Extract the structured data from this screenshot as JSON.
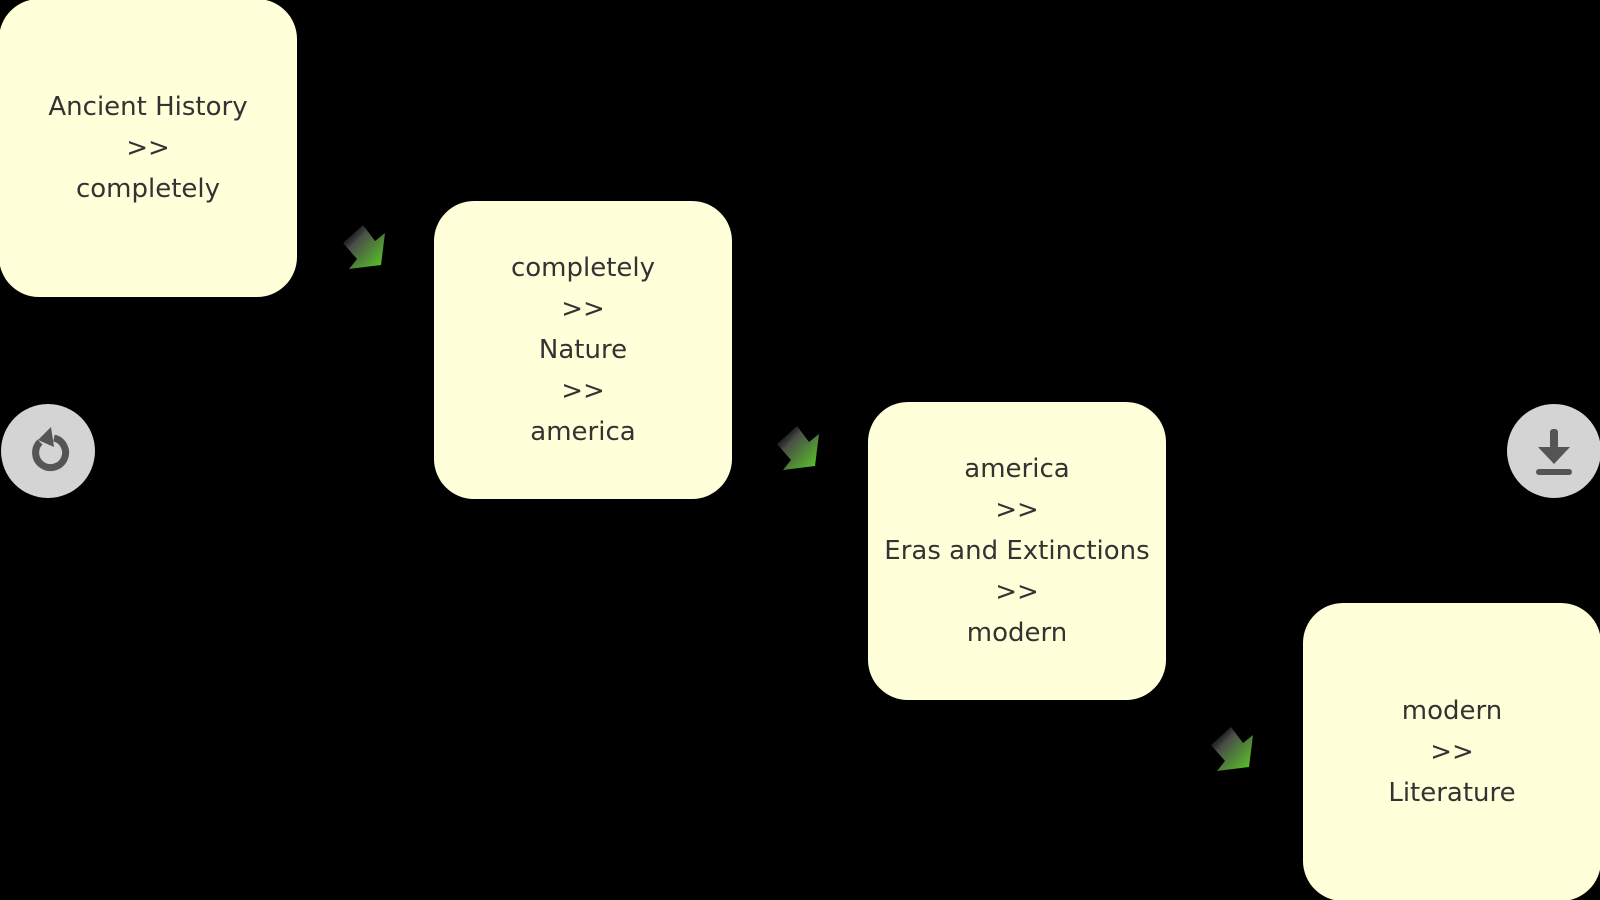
{
  "flow": {
    "separator": ">>",
    "cards": [
      {
        "lines": [
          "Ancient History",
          ">>",
          "completely"
        ]
      },
      {
        "lines": [
          "completely",
          ">>",
          "Nature",
          ">>",
          "america"
        ]
      },
      {
        "lines": [
          "america",
          ">>",
          "Eras and Extinctions",
          ">>",
          "modern"
        ]
      },
      {
        "lines": [
          "modern",
          ">>",
          "Literature"
        ]
      }
    ],
    "arrows": [
      {
        "icon": "arrow-down-right-icon"
      },
      {
        "icon": "arrow-down-right-icon"
      },
      {
        "icon": "arrow-down-right-icon"
      }
    ]
  },
  "controls": {
    "reload": {
      "icon": "reload-icon"
    },
    "download": {
      "icon": "download-icon"
    }
  },
  "colors": {
    "background": "#000000",
    "card": "#ffffda",
    "card_text": "#333333",
    "arrow_start": "#555555",
    "arrow_end": "#55cc22",
    "button_bg": "#d4d4d4",
    "button_icon": "#555555"
  }
}
